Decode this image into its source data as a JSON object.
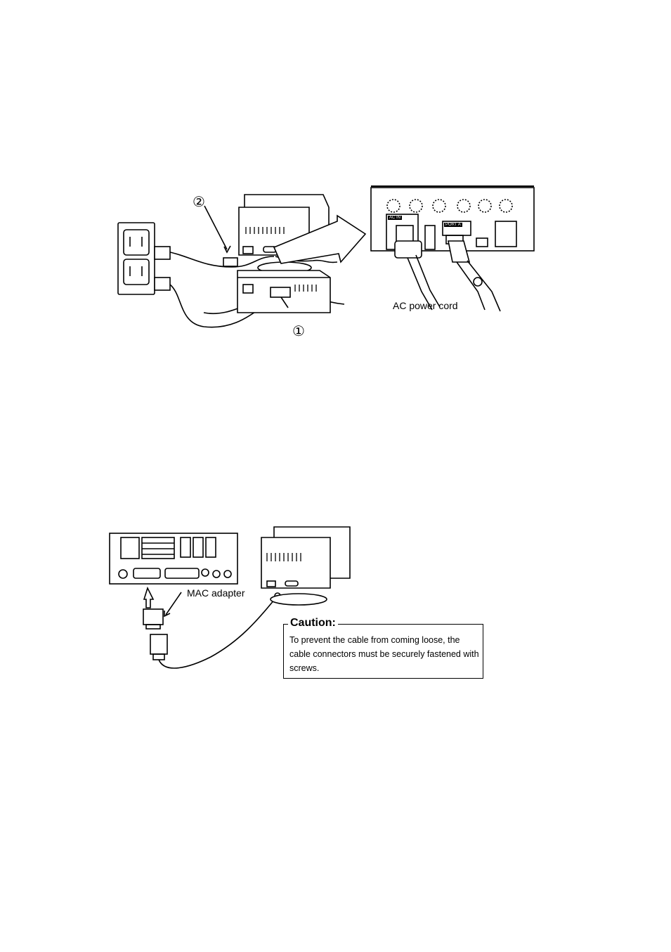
{
  "figure1": {
    "callout_1": "①",
    "callout_2": "②",
    "inset_label": "AC power cord",
    "port_labels": [
      "AC IN",
      "PORT A"
    ]
  },
  "figure2": {
    "adapter_label": "MAC adapter"
  },
  "caution": {
    "title": "Caution:",
    "body": "To prevent the cable from coming loose, the cable connectors must be securely fastened with screws."
  }
}
